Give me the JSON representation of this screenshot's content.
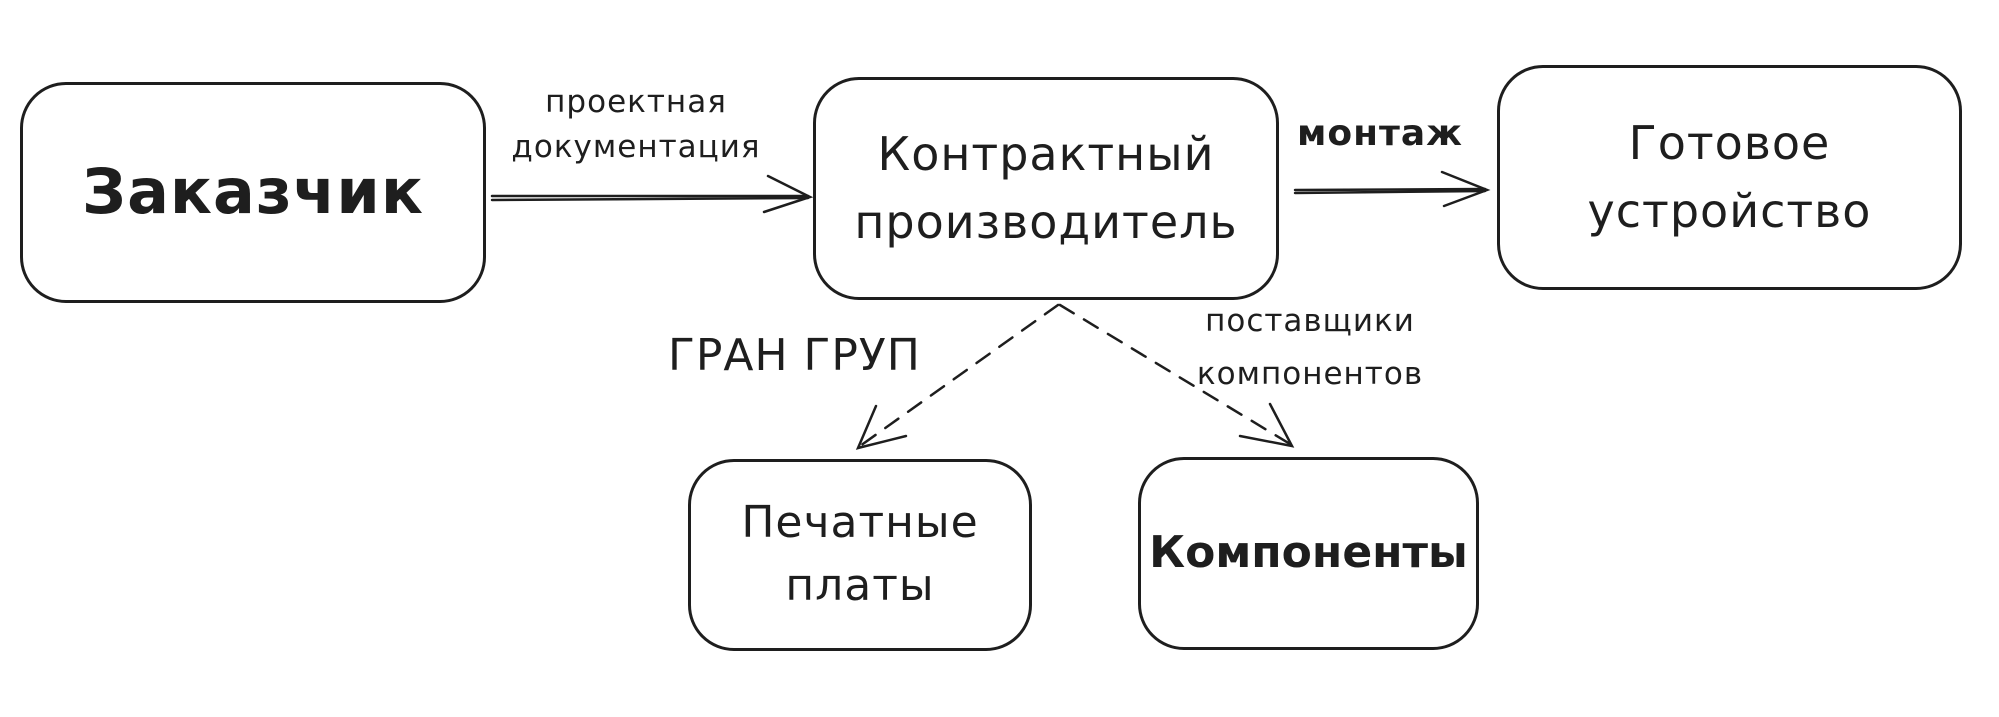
{
  "diagram": {
    "nodes": {
      "customer": {
        "lines": [
          "Заказчик"
        ]
      },
      "contract_manufacturer": {
        "lines": [
          "Контрактный",
          "производитель"
        ]
      },
      "finished_device": {
        "lines": [
          "Готовое",
          "устройство"
        ]
      },
      "pcb": {
        "lines": [
          "Печатные",
          "платы"
        ]
      },
      "components": {
        "lines": [
          "Компоненты"
        ]
      }
    },
    "edge_labels": {
      "project_docs": [
        "проектная",
        "документация"
      ],
      "assembly": [
        "монтаж"
      ],
      "gran_group": [
        "ГРАН ГРУП"
      ],
      "suppliers": [
        "поставщики",
        "компонентов"
      ]
    },
    "edges": [
      {
        "from": "customer",
        "to": "contract_manufacturer",
        "style": "solid",
        "label": "project_docs"
      },
      {
        "from": "contract_manufacturer",
        "to": "finished_device",
        "style": "solid",
        "label": "assembly"
      },
      {
        "from": "contract_manufacturer",
        "to": "pcb",
        "style": "dashed",
        "label": "gran_group"
      },
      {
        "from": "contract_manufacturer",
        "to": "components",
        "style": "dashed",
        "label": "suppliers"
      }
    ],
    "colors": {
      "stroke": "#1e1e1e",
      "background": "#ffffff"
    }
  }
}
